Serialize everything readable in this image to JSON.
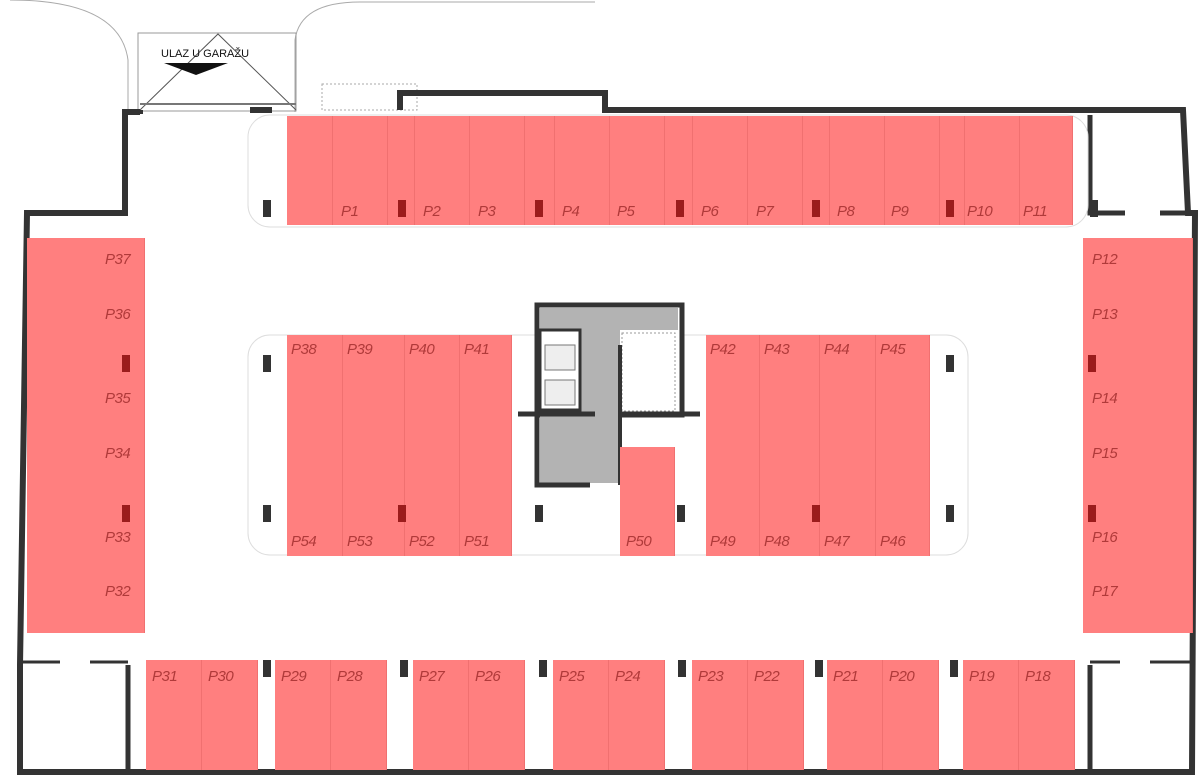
{
  "title": "Garage floor plan",
  "entrance_label": "ULAZ U GARAŽU",
  "colors": {
    "occupied": "#ff7f7f",
    "label": "#b03a3a",
    "wall": "#333333",
    "core": "#b3b3b3"
  },
  "spots": {
    "top": [
      "P1",
      "P2",
      "P3",
      "P4",
      "P5",
      "P6",
      "P7",
      "P8",
      "P9",
      "P10",
      "P11"
    ],
    "left": [
      "P37",
      "P36",
      "P35",
      "P34",
      "P33",
      "P32"
    ],
    "right": [
      "P12",
      "P13",
      "P14",
      "P15",
      "P16",
      "P17"
    ],
    "center_left_top": [
      "P38",
      "P39",
      "P40",
      "P41"
    ],
    "center_left_bottom": [
      "P54",
      "P53",
      "P52",
      "P51"
    ],
    "center_right_top": [
      "P42",
      "P43",
      "P44",
      "P45"
    ],
    "center_right_bottom": [
      "P49",
      "P48",
      "P47",
      "P46"
    ],
    "center_single": [
      "P50"
    ],
    "bottom": [
      "P31",
      "P30",
      "P29",
      "P28",
      "P27",
      "P26",
      "P25",
      "P24",
      "P23",
      "P22",
      "P21",
      "P20",
      "P19",
      "P18"
    ]
  }
}
